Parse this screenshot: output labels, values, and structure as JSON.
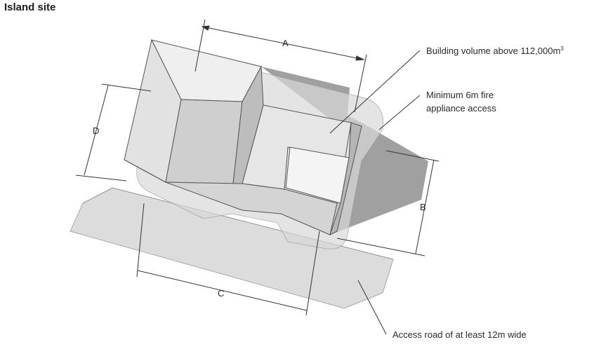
{
  "title": "Island site",
  "dimensions": {
    "a": "A",
    "b": "B",
    "c": "C",
    "d": "D"
  },
  "callouts": {
    "building_volume": "Building volume above 112,000m",
    "building_volume_unit_sup": "3",
    "fire_access_line1": "Minimum 6m fire",
    "fire_access_line2": "appliance access",
    "access_road": "Access road of at least 12m wide"
  },
  "colors": {
    "road": "#dcdcdc",
    "ring": "#c9c9c9",
    "shadow": "#8f8f8f",
    "face_light": "#ececec",
    "face_mid": "#d4d4d4",
    "face_dark": "#b9b9b9",
    "line": "#333333"
  }
}
